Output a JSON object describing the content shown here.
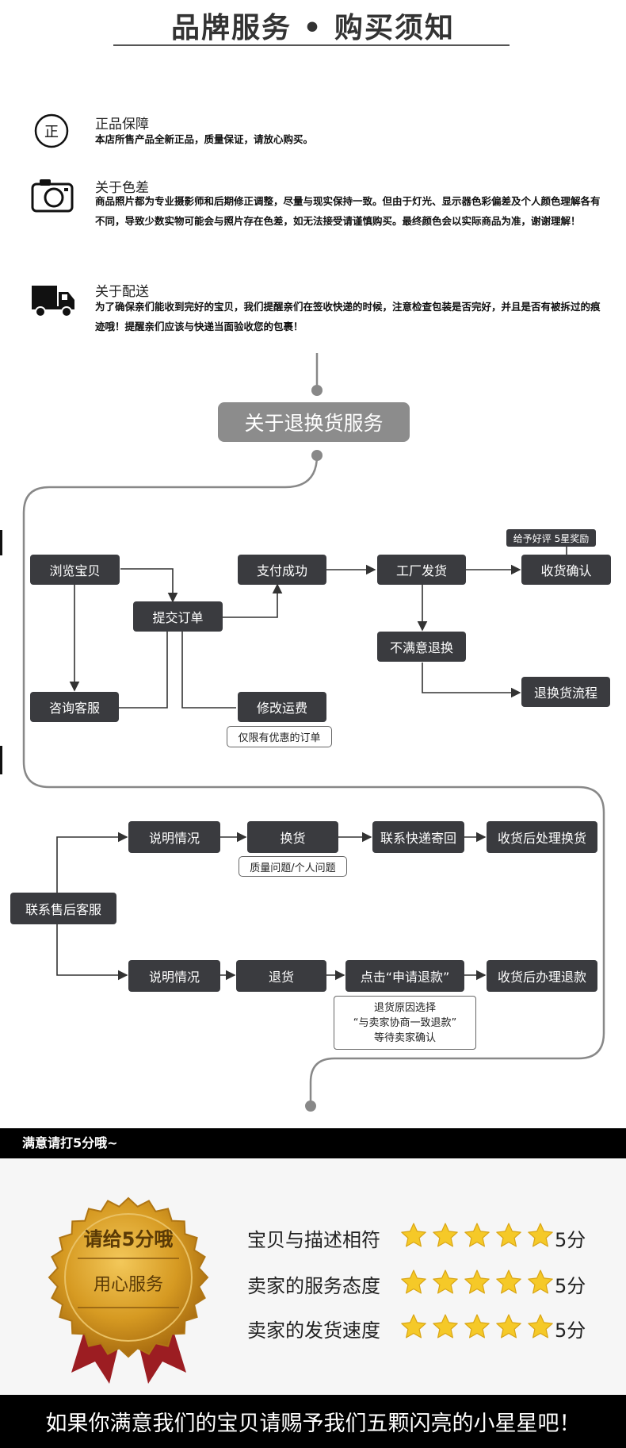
{
  "header": {
    "title": "品牌服务 • 购买须知"
  },
  "sections": [
    {
      "icon": "zheng-icon",
      "icon_text": "正",
      "title": "正品保障",
      "body": "本店所售产品全新正品，质量保证，请放心购买。"
    },
    {
      "icon": "camera-icon",
      "title": "关于色差",
      "body": "商品照片都为专业摄影师和后期修正调整，尽量与现实保持一致。但由于灯光、显示器色彩偏差及个人颜色理解各有不同，导致少数实物可能会与照片存在色差，如无法接受请谨慎购买。最终颜色会以实际商品为准，谢谢理解！"
    },
    {
      "icon": "truck-icon",
      "title": "关于配送",
      "body": "为了确保亲们能收到完好的宝贝，我们提醒亲们在签收快递的时候，注意检查包装是否完好，并且是否有被拆过的痕迹哦！提醒亲们应该与快递当面验收您的包裹！"
    }
  ],
  "banner": {
    "label": "关于退换货服务"
  },
  "flow_purchase": {
    "browse": "浏览宝贝",
    "submit_order": "提交订单",
    "pay_success": "支付成功",
    "factory_ship": "工厂发货",
    "confirm_receipt": "收货确认",
    "reward_tag": "给予好评 5星奖励",
    "unsatisfied_return": "不满意退换",
    "return_process": "退换货流程",
    "consult_service": "咨询客服",
    "modify_shipping": "修改运费",
    "discount_only": "仅限有优惠的订单"
  },
  "flow_after_sale": {
    "contact": "联系售后客服",
    "explain_1": "说明情况",
    "exchange": "换货",
    "quality_tag": "质量问题/个人问题",
    "contact_courier": "联系快递寄回",
    "handle_exchange": "收货后处理换货",
    "explain_2": "说明情况",
    "return": "退货",
    "click_apply": "点击“申请退款”",
    "handle_refund": "收货后办理退款",
    "refund_note": [
      "退货原因选择",
      "“与卖家协商一致退款”",
      "等待卖家确认"
    ]
  },
  "rating": {
    "bar_text": "满意请打5分哦~",
    "seal_top": "请给5分哦",
    "seal_bottom": "用心服务",
    "rows": [
      {
        "label": "宝贝与描述相符",
        "score": "5分",
        "stars": 5
      },
      {
        "label": "卖家的服务态度",
        "score": "5分",
        "stars": 5
      },
      {
        "label": "卖家的发货速度",
        "score": "5分",
        "stars": 5
      }
    ]
  },
  "footer": {
    "text": "如果你满意我们的宝贝请赐予我们五颗闪亮的小星星吧！"
  },
  "colors": {
    "node": "#3a3b3f",
    "banner": "#8c8c8c",
    "line": "#888888",
    "star": "#f5c928",
    "seal": "#d69a22",
    "ribbon": "#9c1d22"
  }
}
